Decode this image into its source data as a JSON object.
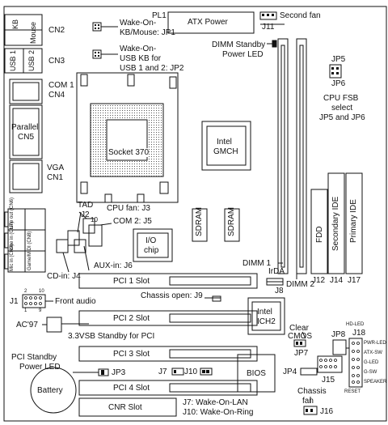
{
  "labels": {
    "kb": "KB",
    "mouse": "Mouse",
    "cn2": "CN2",
    "usb1": "USB 1",
    "usb2": "USB 2",
    "cn3": "CN3",
    "com1": "COM 1",
    "cn4": "CN4",
    "parallel": "Parallel",
    "cn5": "CN5",
    "vga": "VGA",
    "cn1": "CN1",
    "line_out": "Line out (CN6)",
    "line_in": "Line in (CN7)",
    "game_midi": "Game/MIDI (CN8)",
    "mic_in": "Mic in (CN9)",
    "pl1": "PL1",
    "atx_power": "ATX Power",
    "j11": "J11",
    "second_fan": "Second fan",
    "wake_kb_1": "Wake-On-",
    "wake_kb_2": "KB/Mouse: JP1",
    "wake_usb_1": "Wake-On-",
    "wake_usb_2": "USB KB for",
    "wake_usb_3": "USB 1 and 2: JP2",
    "dimm_led_1": "DIMM Standby",
    "dimm_led_2": "Power LED",
    "jp5": "JP5",
    "jp6": "JP6",
    "fsb_1": "CPU FSB",
    "fsb_2": "select",
    "fsb_3": "JP5 and JP6",
    "socket": "Socket 370",
    "intel_gmch_1": "Intel",
    "intel_gmch_2": "GMCH",
    "tad": "TAD",
    "j2": "J2",
    "cpu_fan": "CPU fan: J3",
    "com2": "COM 2: J5",
    "sdram": "SDRAM",
    "io_1": "I/O",
    "io_2": "chip",
    "aux_in": "AUX-in: J6",
    "cd_in": "CD-in: J4",
    "fdd": "FDD",
    "secondary_ide": "Secondary IDE",
    "primary_ide": "Primary IDE",
    "dimm1": "DIMM 1",
    "dimm2": "DIMM 2",
    "j12": "J12",
    "j14": "J14",
    "j17": "J17",
    "pci1": "PCI 1 Slot",
    "irda_1": "IrDA",
    "irda_2": "J8",
    "chassis_open": "Chassis open: J9",
    "j1": "J1",
    "front_audio": "Front audio",
    "pin2": "2",
    "pin10": "10",
    "pin1": "1",
    "pin9": "9",
    "ac97": "AC'97",
    "pci2": "PCI 2 Slot",
    "vsb": "3.3VSB Standby for PCI",
    "intel_ich_1": "Intel",
    "intel_ich_2": "ICH2",
    "clear_cmos_1": "Clear",
    "clear_cmos_2": "CMOS",
    "jp7": "JP7",
    "pci_led_1": "PCI Standby",
    "pci_led_2": "Power LED",
    "jp3": "JP3",
    "pci3": "PCI 3 Slot",
    "j7": "J7",
    "j10": "J10",
    "jp8": "JP8",
    "jp4": "JP4",
    "j15": "J15",
    "j18": "J18",
    "hd_led": "HD-LED",
    "pwr_led": "PWR-LED",
    "atx_sw": "ATX-SW",
    "g_led": "G-LED",
    "g_sw": "G-SW",
    "speaker": "SPEAKER",
    "reset": "RESET",
    "battery": "Battery",
    "pci4": "PCI 4 Slot",
    "bios": "BIOS",
    "chassis_fan_1": "Chassis",
    "chassis_fan_2": "fan",
    "j16": "J16",
    "cnr": "CNR Slot",
    "j7_desc": "J7: Wake-On-LAN",
    "j10_desc": "J10: Wake-On-Ring"
  },
  "colors": {
    "line": "#111111",
    "fill": "#ffffff",
    "pin": "#111111"
  }
}
